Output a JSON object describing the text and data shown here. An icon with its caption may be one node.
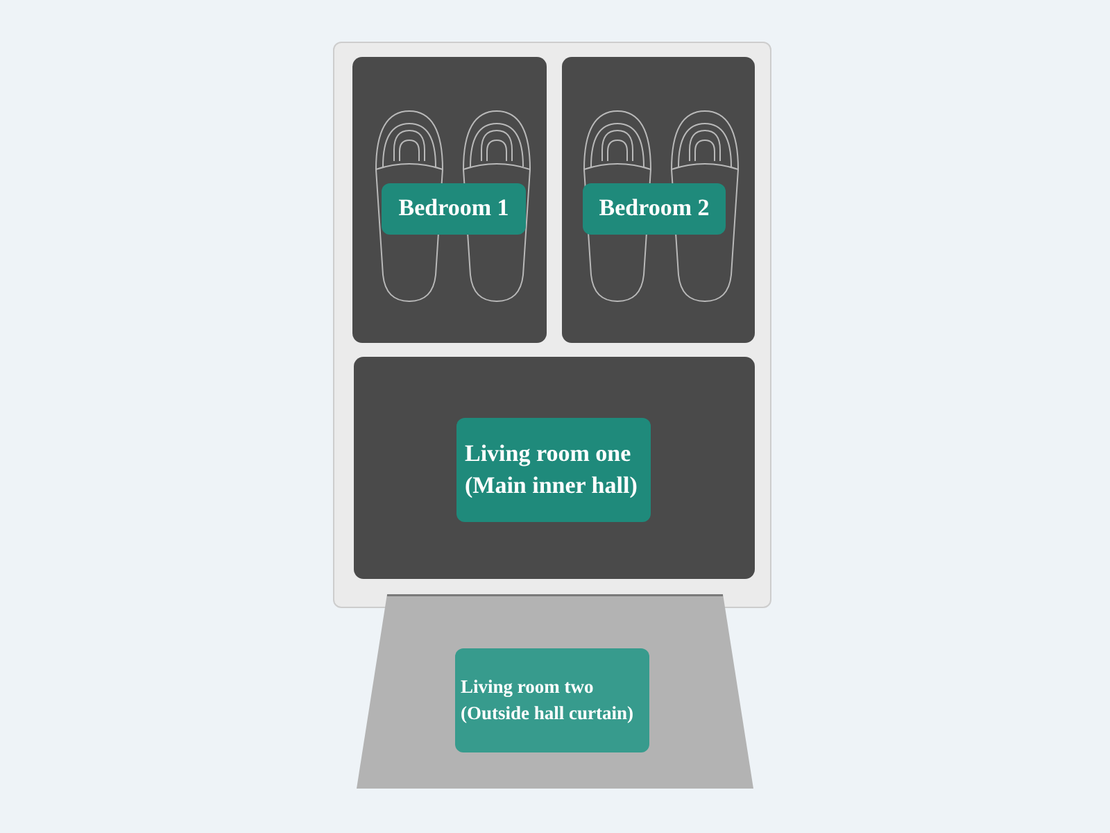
{
  "diagram": {
    "nodes": [
      {
        "text": [],
        "shape": "box"
      },
      {
        "text": [
          "Bedroom 1"
        ],
        "in": 0
      },
      {
        "text": [
          "Bedroom 2"
        ],
        "in": 0
      },
      {
        "text": [
          "Living room one (Main inner hall)"
        ],
        "in": 0
      },
      {
        "text": [
          "Living room two (Outside hall curtain)"
        ]
      }
    ]
  }
}
